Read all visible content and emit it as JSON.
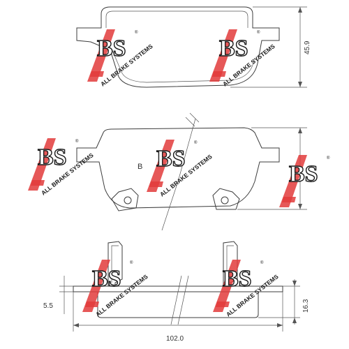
{
  "dimensions": {
    "height_top": "45.9",
    "width_bottom": "102.0",
    "thickness_total": "16.3",
    "thickness_backplate": "5.5"
  },
  "labels": {
    "side_mark": "B"
  },
  "watermark": {
    "letters": "ABS",
    "tagline": "ALL BRAKE SYSTEMS",
    "registered": "®",
    "accent_color": "#e23b3b"
  }
}
